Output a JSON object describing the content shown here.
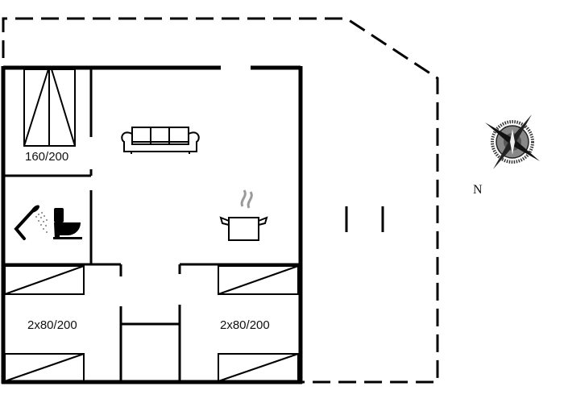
{
  "diagram": {
    "type": "floor-plan",
    "colors": {
      "wall": "#000000",
      "background": "#ffffff",
      "steam": "#9a9a9a"
    },
    "rooms": [
      {
        "name": "bedroom-double",
        "bed_label": "160/200"
      },
      {
        "name": "bathroom",
        "fixtures": [
          "shower",
          "toilet"
        ]
      },
      {
        "name": "living-kitchen",
        "fixtures": [
          "sofa",
          "cooking-pot"
        ]
      },
      {
        "name": "bedroom-twin-left",
        "bed_label": "2x80/200"
      },
      {
        "name": "bedroom-twin-right",
        "bed_label": "2x80/200"
      },
      {
        "name": "hallway"
      }
    ],
    "terrace": {
      "outline": "dashed"
    },
    "compass": {
      "label": "N"
    }
  }
}
